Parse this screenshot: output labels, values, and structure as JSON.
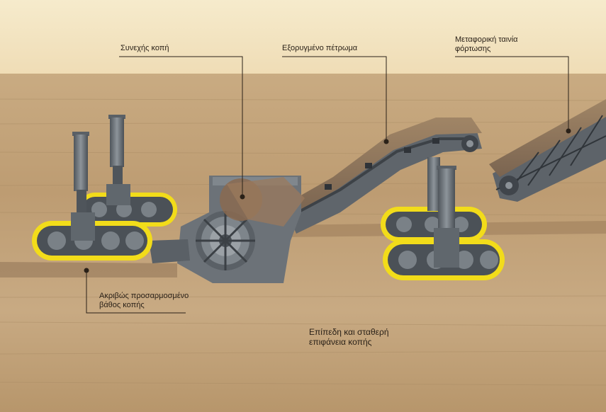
{
  "colors": {
    "sky": "#f4e6c4",
    "ground": "#c2a27a",
    "machine": "#6c7278",
    "track_highlight": "#f2dc1a"
  },
  "labels": {
    "continuous_cut": "Συνεχής κοπή",
    "excavated_rock": "Εξορυγμένο πέτρωμα",
    "conveyor_belt": "Μεταφορική ταινία\nφόρτωσης",
    "cut_depth": "Ακριβώς προσαρμοσμένο\nβάθος κοπής",
    "cut_surface": "Επίπεδη και σταθερή\nεπιφάνεια κοπής"
  }
}
